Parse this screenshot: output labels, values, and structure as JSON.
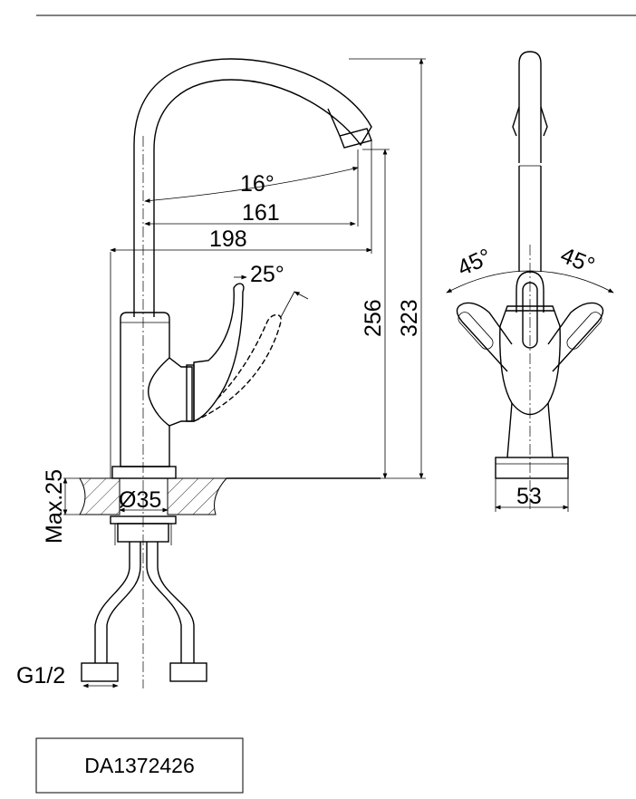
{
  "drawing": {
    "title": "Faucet dimensional drawing",
    "product_code": "DA1372426",
    "dimensions": {
      "spout_angle": "16°",
      "spout_reach_inner": "161",
      "spout_reach_outer": "198",
      "lever_angle": "25°",
      "spout_height": "256",
      "total_height": "323",
      "max_deck_thickness": "Max.25",
      "hole_diameter": "Ø35",
      "thread": "G1/2",
      "base_width": "53",
      "rotation_left": "45°",
      "rotation_right": "45°"
    }
  }
}
